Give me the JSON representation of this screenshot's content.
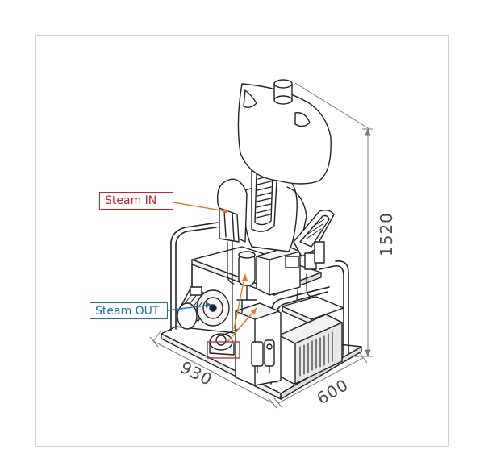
{
  "labels": {
    "steam_in": "Steam IN",
    "steam_out": "Steam OUT"
  },
  "dimensions": {
    "height": "1520",
    "length": "930",
    "width": "600"
  },
  "colors": {
    "steam_in": "#c0242d",
    "steam_out": "#1f6fb4",
    "flow_arrow": "#e07a2a",
    "linework": "#222222",
    "dimension_lines": "#7a7a7a"
  }
}
